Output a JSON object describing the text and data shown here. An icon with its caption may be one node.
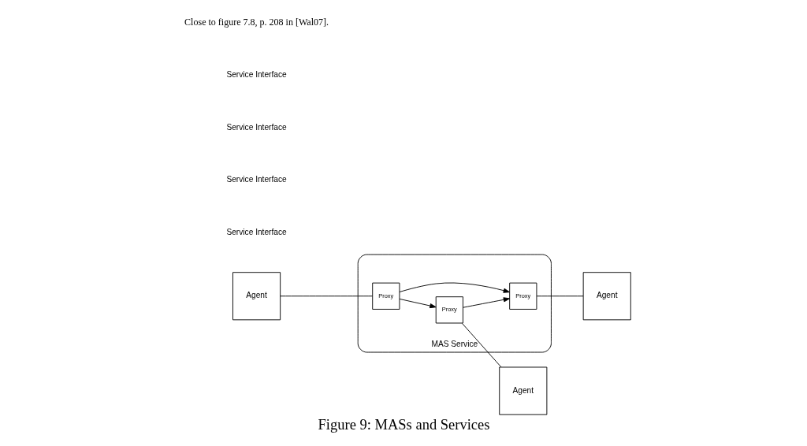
{
  "diagram": {
    "caption": "Figure 9: MASs and Services",
    "nodes": [
      {
        "text": [
          "MAS Service"
        ]
      },
      {
        "text": [
          "Agent"
        ]
      },
      {
        "text": [
          "Proxy"
        ],
        "in": 0
      },
      {
        "text": [
          "Proxy"
        ],
        "in": 0
      },
      {
        "text": [
          "Agent"
        ]
      },
      {
        "text": [
          "Proxy"
        ],
        "in": 0
      },
      {
        "text": [
          "Agent"
        ]
      }
    ],
    "edges": [
      {
        "from": 1,
        "to": 2,
        "arrow": "none"
      },
      {
        "from": 2,
        "to": 3,
        "arrow": "to"
      },
      {
        "from": 3,
        "to": 4,
        "arrow": "none"
      },
      {
        "from": 2,
        "to": 5,
        "arrow": "to"
      },
      {
        "from": 3,
        "to": 5,
        "arrow": "to"
      },
      {
        "from": 5,
        "to": 6,
        "arrow": "none"
      }
    ],
    "labels": [
      "Service Interface",
      "Service Interface",
      "Service Interface",
      "Service Interface",
      "Close to figure 7.8, p. 208 in [Wal07]."
    ]
  }
}
